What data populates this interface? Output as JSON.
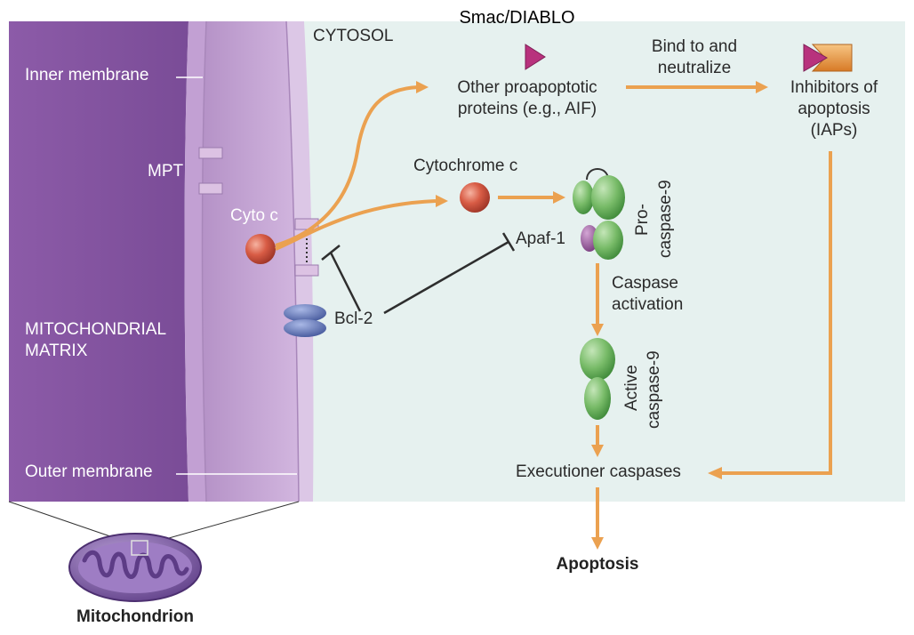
{
  "labels": {
    "smac": "Smac/DIABLO",
    "cytosol": "CYTOSOL",
    "inner_membrane": "Inner membrane",
    "mpt": "MPT",
    "cyto_c": "Cyto c",
    "matrix_line1": "MITOCHONDRIAL",
    "matrix_line2": "MATRIX",
    "outer_membrane": "Outer membrane",
    "mitochondrion": "Mitochondrion",
    "bind_line1": "Bind to and",
    "bind_line2": "neutralize",
    "other_line1": "Other proapoptotic",
    "other_line2": "proteins (e.g., AIF)",
    "iap_line1": "Inhibitors of",
    "iap_line2": "apoptosis",
    "iap_line3": "(IAPs)",
    "cytochrome_c": "Cytochrome c",
    "pro_line1": "Pro-",
    "pro_line2": "caspase-9",
    "apaf": "Apaf-1",
    "bcl2": "Bcl-2",
    "casp_act_line1": "Caspase",
    "casp_act_line2": "activation",
    "active_line1": "Active",
    "active_line2": "caspase-9",
    "executioner": "Executioner caspases",
    "apoptosis": "Apoptosis"
  },
  "colors": {
    "cytosol_bg": "#e6f1ef",
    "matrix": "#8a5aa6",
    "membrane": "#c6a6d4",
    "arrow": "#eba150",
    "inhibit_line": "#2e2e2e",
    "cytochrome": "#d05a45",
    "caspase_green": "#77b86a",
    "apaf_purple": "#9a5f9e",
    "bcl2_blue": "#5a70b2",
    "smac_magenta": "#b8327d",
    "iap_orange": "#e4913d"
  }
}
